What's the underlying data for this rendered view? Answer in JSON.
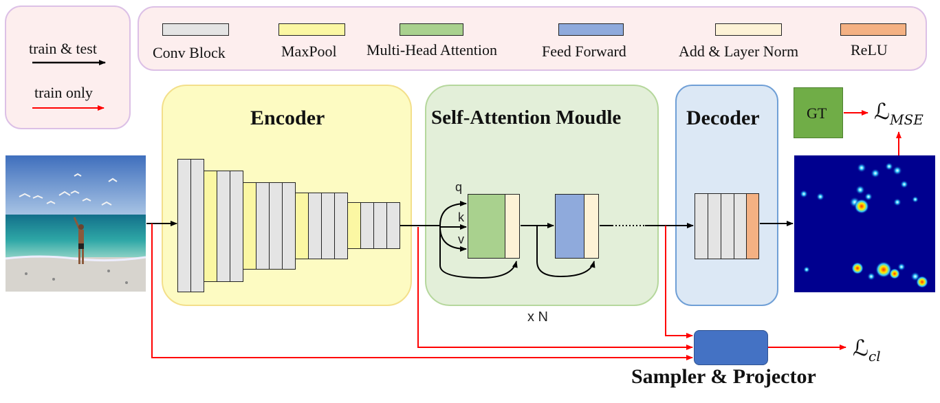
{
  "legend_lines": {
    "train_test": "train & test",
    "train_only": "train only"
  },
  "legend_blocks": [
    {
      "label": "Conv Block",
      "color": "#e4e4e4"
    },
    {
      "label": "MaxPool",
      "color": "#fbf7a3"
    },
    {
      "label": "Multi-Head Attention",
      "color": "#a9d18e"
    },
    {
      "label": "Feed Forward",
      "color": "#8faadc"
    },
    {
      "label": "Add & Layer Norm",
      "color": "#fdf2d6"
    },
    {
      "label": "ReLU",
      "color": "#f4b183"
    }
  ],
  "modules": {
    "encoder": "Encoder",
    "attention": "Self-Attention Moudle",
    "decoder": "Decoder",
    "repeat": "x N"
  },
  "attention_inputs": [
    "q",
    "k",
    "v"
  ],
  "outputs": {
    "gt": "GT",
    "loss_mse": "ℒ",
    "loss_mse_sub": "MSE",
    "loss_cl": "ℒ",
    "loss_cl_sub": "cl",
    "sampler": "Sampler & Projector"
  },
  "colors": {
    "arrow_black": "#000000",
    "arrow_red": "#ff0000",
    "gt_fill": "#70ad47",
    "sampler_fill": "#4472c4",
    "heatmap_bg": "#00008f"
  }
}
